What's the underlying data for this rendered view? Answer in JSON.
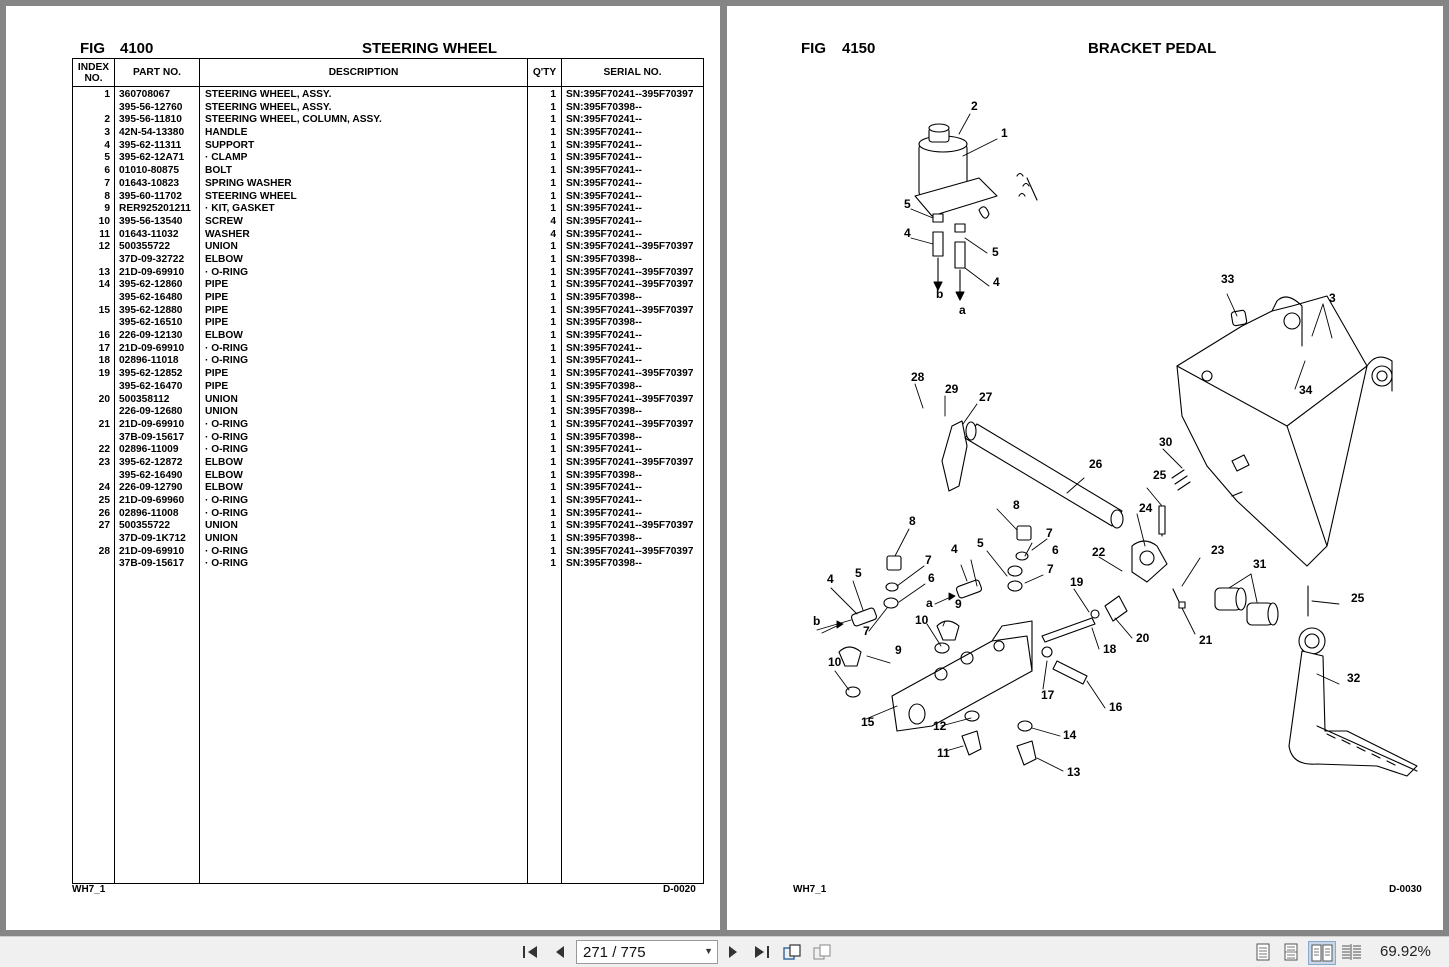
{
  "left_page": {
    "fig_label": "FIG",
    "fig_number": "4100",
    "title": "STEERING WHEEL",
    "headers": {
      "index_line1": "INDEX",
      "index_line2": "NO.",
      "part": "PART NO.",
      "description": "DESCRIPTION",
      "qty": "Q'TY",
      "serial": "SERIAL NO."
    },
    "rows": [
      {
        "idx": "1",
        "part": "360708067",
        "desc": "STEERING WHEEL, ASSY.",
        "qty": "1",
        "serial": "SN:395F70241--395F70397"
      },
      {
        "idx": "",
        "part": "395-56-12760",
        "desc": "STEERING WHEEL, ASSY.",
        "qty": "1",
        "serial": "SN:395F70398--"
      },
      {
        "idx": "2",
        "part": "395-56-11810",
        "desc": "STEERING WHEEL, COLUMN, ASSY.",
        "qty": "1",
        "serial": "SN:395F70241--"
      },
      {
        "idx": "3",
        "part": "42N-54-13380",
        "desc": "HANDLE",
        "qty": "1",
        "serial": "SN:395F70241--"
      },
      {
        "idx": "4",
        "part": "395-62-11311",
        "desc": "SUPPORT",
        "qty": "1",
        "serial": "SN:395F70241--"
      },
      {
        "idx": "5",
        "part": "395-62-12A71",
        "desc": "·  CLAMP",
        "qty": "1",
        "serial": "SN:395F70241--"
      },
      {
        "idx": "6",
        "part": "01010-80875",
        "desc": "BOLT",
        "qty": "1",
        "serial": "SN:395F70241--"
      },
      {
        "idx": "7",
        "part": "01643-10823",
        "desc": "SPRING WASHER",
        "qty": "1",
        "serial": "SN:395F70241--"
      },
      {
        "idx": "8",
        "part": "395-60-11702",
        "desc": "STEERING WHEEL",
        "qty": "1",
        "serial": "SN:395F70241--"
      },
      {
        "idx": "9",
        "part": "RER925201211",
        "desc": "·  KIT, GASKET",
        "qty": "1",
        "serial": "SN:395F70241--"
      },
      {
        "idx": "10",
        "part": "395-56-13540",
        "desc": "SCREW",
        "qty": "4",
        "serial": "SN:395F70241--"
      },
      {
        "idx": "11",
        "part": "01643-11032",
        "desc": "WASHER",
        "qty": "4",
        "serial": "SN:395F70241--"
      },
      {
        "idx": "12",
        "part": "500355722",
        "desc": "UNION",
        "qty": "1",
        "serial": "SN:395F70241--395F70397"
      },
      {
        "idx": "",
        "part": "37D-09-32722",
        "desc": "ELBOW",
        "qty": "1",
        "serial": "SN:395F70398--"
      },
      {
        "idx": "13",
        "part": "21D-09-69910",
        "desc": "·  O-RING",
        "qty": "1",
        "serial": "SN:395F70241--395F70397"
      },
      {
        "idx": "14",
        "part": "395-62-12860",
        "desc": "PIPE",
        "qty": "1",
        "serial": "SN:395F70241--395F70397"
      },
      {
        "idx": "",
        "part": "395-62-16480",
        "desc": "PIPE",
        "qty": "1",
        "serial": "SN:395F70398--"
      },
      {
        "idx": "15",
        "part": "395-62-12880",
        "desc": "PIPE",
        "qty": "1",
        "serial": "SN:395F70241--395F70397"
      },
      {
        "idx": "",
        "part": "395-62-16510",
        "desc": "PIPE",
        "qty": "1",
        "serial": "SN:395F70398--"
      },
      {
        "idx": "16",
        "part": "226-09-12130",
        "desc": "ELBOW",
        "qty": "1",
        "serial": "SN:395F70241--"
      },
      {
        "idx": "17",
        "part": "21D-09-69910",
        "desc": "·  O-RING",
        "qty": "1",
        "serial": "SN:395F70241--"
      },
      {
        "idx": "18",
        "part": "02896-11018",
        "desc": "·  O-RING",
        "qty": "1",
        "serial": "SN:395F70241--"
      },
      {
        "idx": "19",
        "part": "395-62-12852",
        "desc": "PIPE",
        "qty": "1",
        "serial": "SN:395F70241--395F70397"
      },
      {
        "idx": "",
        "part": "395-62-16470",
        "desc": "PIPE",
        "qty": "1",
        "serial": "SN:395F70398--"
      },
      {
        "idx": "20",
        "part": "500358112",
        "desc": "UNION",
        "qty": "1",
        "serial": "SN:395F70241--395F70397"
      },
      {
        "idx": "",
        "part": "226-09-12680",
        "desc": "UNION",
        "qty": "1",
        "serial": "SN:395F70398--"
      },
      {
        "idx": "21",
        "part": "21D-09-69910",
        "desc": "·  O-RING",
        "qty": "1",
        "serial": "SN:395F70241--395F70397"
      },
      {
        "idx": "",
        "part": "37B-09-15617",
        "desc": "·  O-RING",
        "qty": "1",
        "serial": "SN:395F70398--"
      },
      {
        "idx": "22",
        "part": "02896-11009",
        "desc": "·  O-RING",
        "qty": "1",
        "serial": "SN:395F70241--"
      },
      {
        "idx": "23",
        "part": "395-62-12872",
        "desc": "ELBOW",
        "qty": "1",
        "serial": "SN:395F70241--395F70397"
      },
      {
        "idx": "",
        "part": "395-62-16490",
        "desc": "ELBOW",
        "qty": "1",
        "serial": "SN:395F70398--"
      },
      {
        "idx": "24",
        "part": "226-09-12790",
        "desc": "ELBOW",
        "qty": "1",
        "serial": "SN:395F70241--"
      },
      {
        "idx": "25",
        "part": "21D-09-69960",
        "desc": "·  O-RING",
        "qty": "1",
        "serial": "SN:395F70241--"
      },
      {
        "idx": "26",
        "part": "02896-11008",
        "desc": "·  O-RING",
        "qty": "1",
        "serial": "SN:395F70241--"
      },
      {
        "idx": "27",
        "part": "500355722",
        "desc": "UNION",
        "qty": "1",
        "serial": "SN:395F70241--395F70397"
      },
      {
        "idx": "",
        "part": "37D-09-1K712",
        "desc": "UNION",
        "qty": "1",
        "serial": "SN:395F70398--"
      },
      {
        "idx": "28",
        "part": "21D-09-69910",
        "desc": "·  O-RING",
        "qty": "1",
        "serial": "SN:395F70241--395F70397"
      },
      {
        "idx": "",
        "part": "37B-09-15617",
        "desc": "·  O-RING",
        "qty": "1",
        "serial": "SN:395F70398--"
      }
    ],
    "footer_left": "WH7_1",
    "footer_right": "D-0020"
  },
  "right_page": {
    "fig_label": "FIG",
    "fig_number": "4150",
    "title": "BRACKET PEDAL",
    "footer_left": "WH7_1",
    "footer_right": "D-0030",
    "callouts": [
      "1",
      "2",
      "3",
      "4",
      "5",
      "6",
      "7",
      "8",
      "9",
      "10",
      "11",
      "12",
      "13",
      "14",
      "15",
      "16",
      "17",
      "18",
      "19",
      "20",
      "21",
      "22",
      "23",
      "24",
      "25",
      "26",
      "27",
      "28",
      "29",
      "30",
      "31",
      "32",
      "33",
      "34",
      "a",
      "b"
    ]
  },
  "toolbar": {
    "page_display": "271 / 775",
    "zoom": "69.92%",
    "icons": [
      "first-page-icon",
      "prev-page-icon",
      "next-page-icon",
      "last-page-icon",
      "rotate-icon",
      "fit-icon",
      "single-page-icon",
      "continuous-icon",
      "two-page-icon",
      "two-page-continuous-icon"
    ]
  }
}
